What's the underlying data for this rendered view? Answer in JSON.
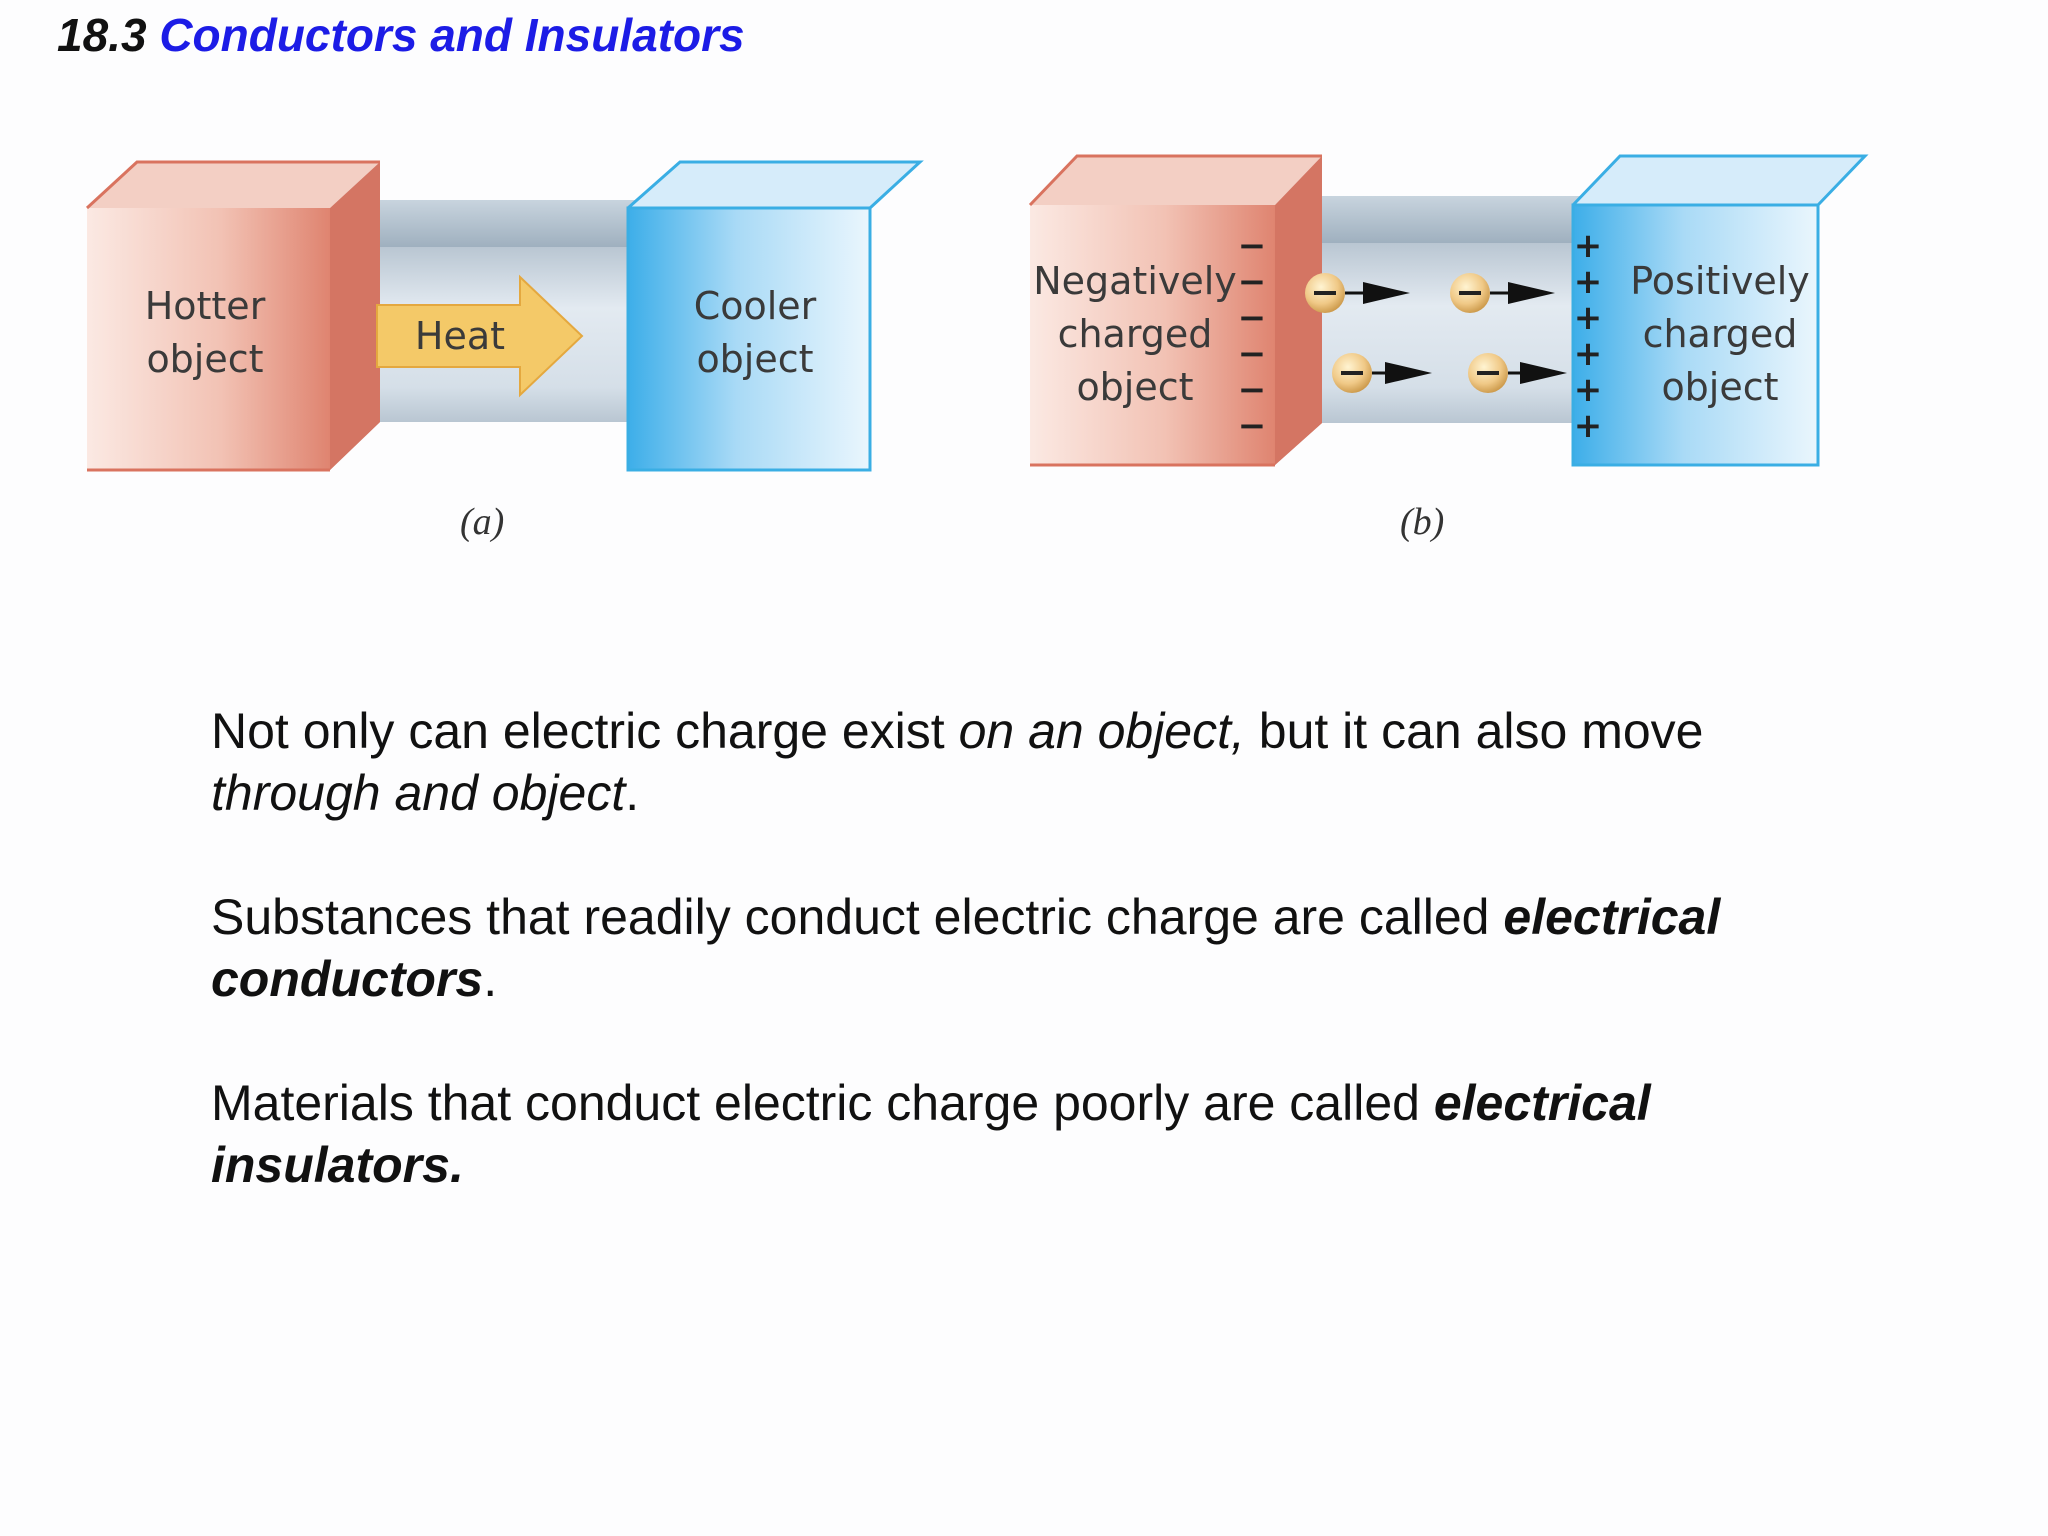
{
  "title": {
    "number": "18.3",
    "text": "Conductors and Insulators"
  },
  "figure_a": {
    "hot_label_1": "Hotter",
    "hot_label_2": "object",
    "arrow_label": "Heat",
    "cool_label_1": "Cooler",
    "cool_label_2": "object",
    "caption": "(a)"
  },
  "figure_b": {
    "neg_label_1": "Negatively",
    "neg_label_2": "charged",
    "neg_label_3": "object",
    "pos_label_1": "Positively",
    "pos_label_2": "charged",
    "pos_label_3": "object",
    "minus_sign": "−",
    "plus_sign": "+",
    "caption": "(b)"
  },
  "paragraphs": {
    "p1_a": "Not only can electric charge exist ",
    "p1_b": "on an object,",
    "p1_c": " but it can also move ",
    "p1_d": "through and object",
    "p1_e": ".",
    "p2_a": "Substances that readily conduct electric charge are called ",
    "p2_b": "electrical conductors",
    "p2_c": ".",
    "p3_a": "Materials that conduct electric charge poorly are called ",
    "p3_b": "electrical insulators."
  },
  "colors": {
    "title_accent": "#1c1ce6",
    "hot": "#e08a76",
    "cool": "#4ab3ea",
    "arrow": "#f2c764"
  }
}
